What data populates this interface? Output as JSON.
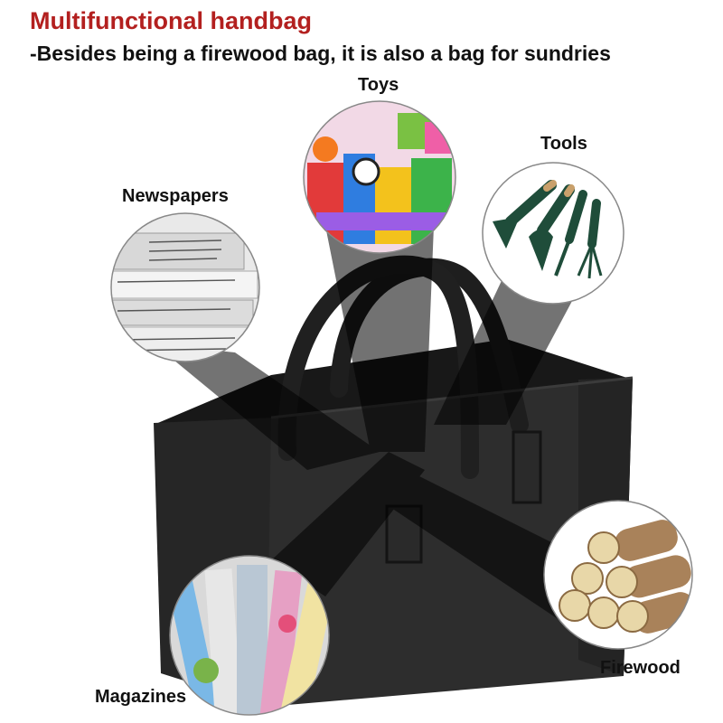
{
  "header": {
    "title": "Multifunctional handbag",
    "subtitle": "-Besides being a firewood bag, it is also a bag for sundries"
  },
  "labels": {
    "toys": "Toys",
    "tools": "Tools",
    "newspapers": "Newspapers",
    "firewood": "Firewood",
    "magazines": "Magazines"
  },
  "colors": {
    "title": "#b3201f",
    "text": "#111111",
    "felt": "#2b2b2b",
    "felt_dark": "#1c1c1c",
    "tool_green": "#1f4d3a"
  }
}
